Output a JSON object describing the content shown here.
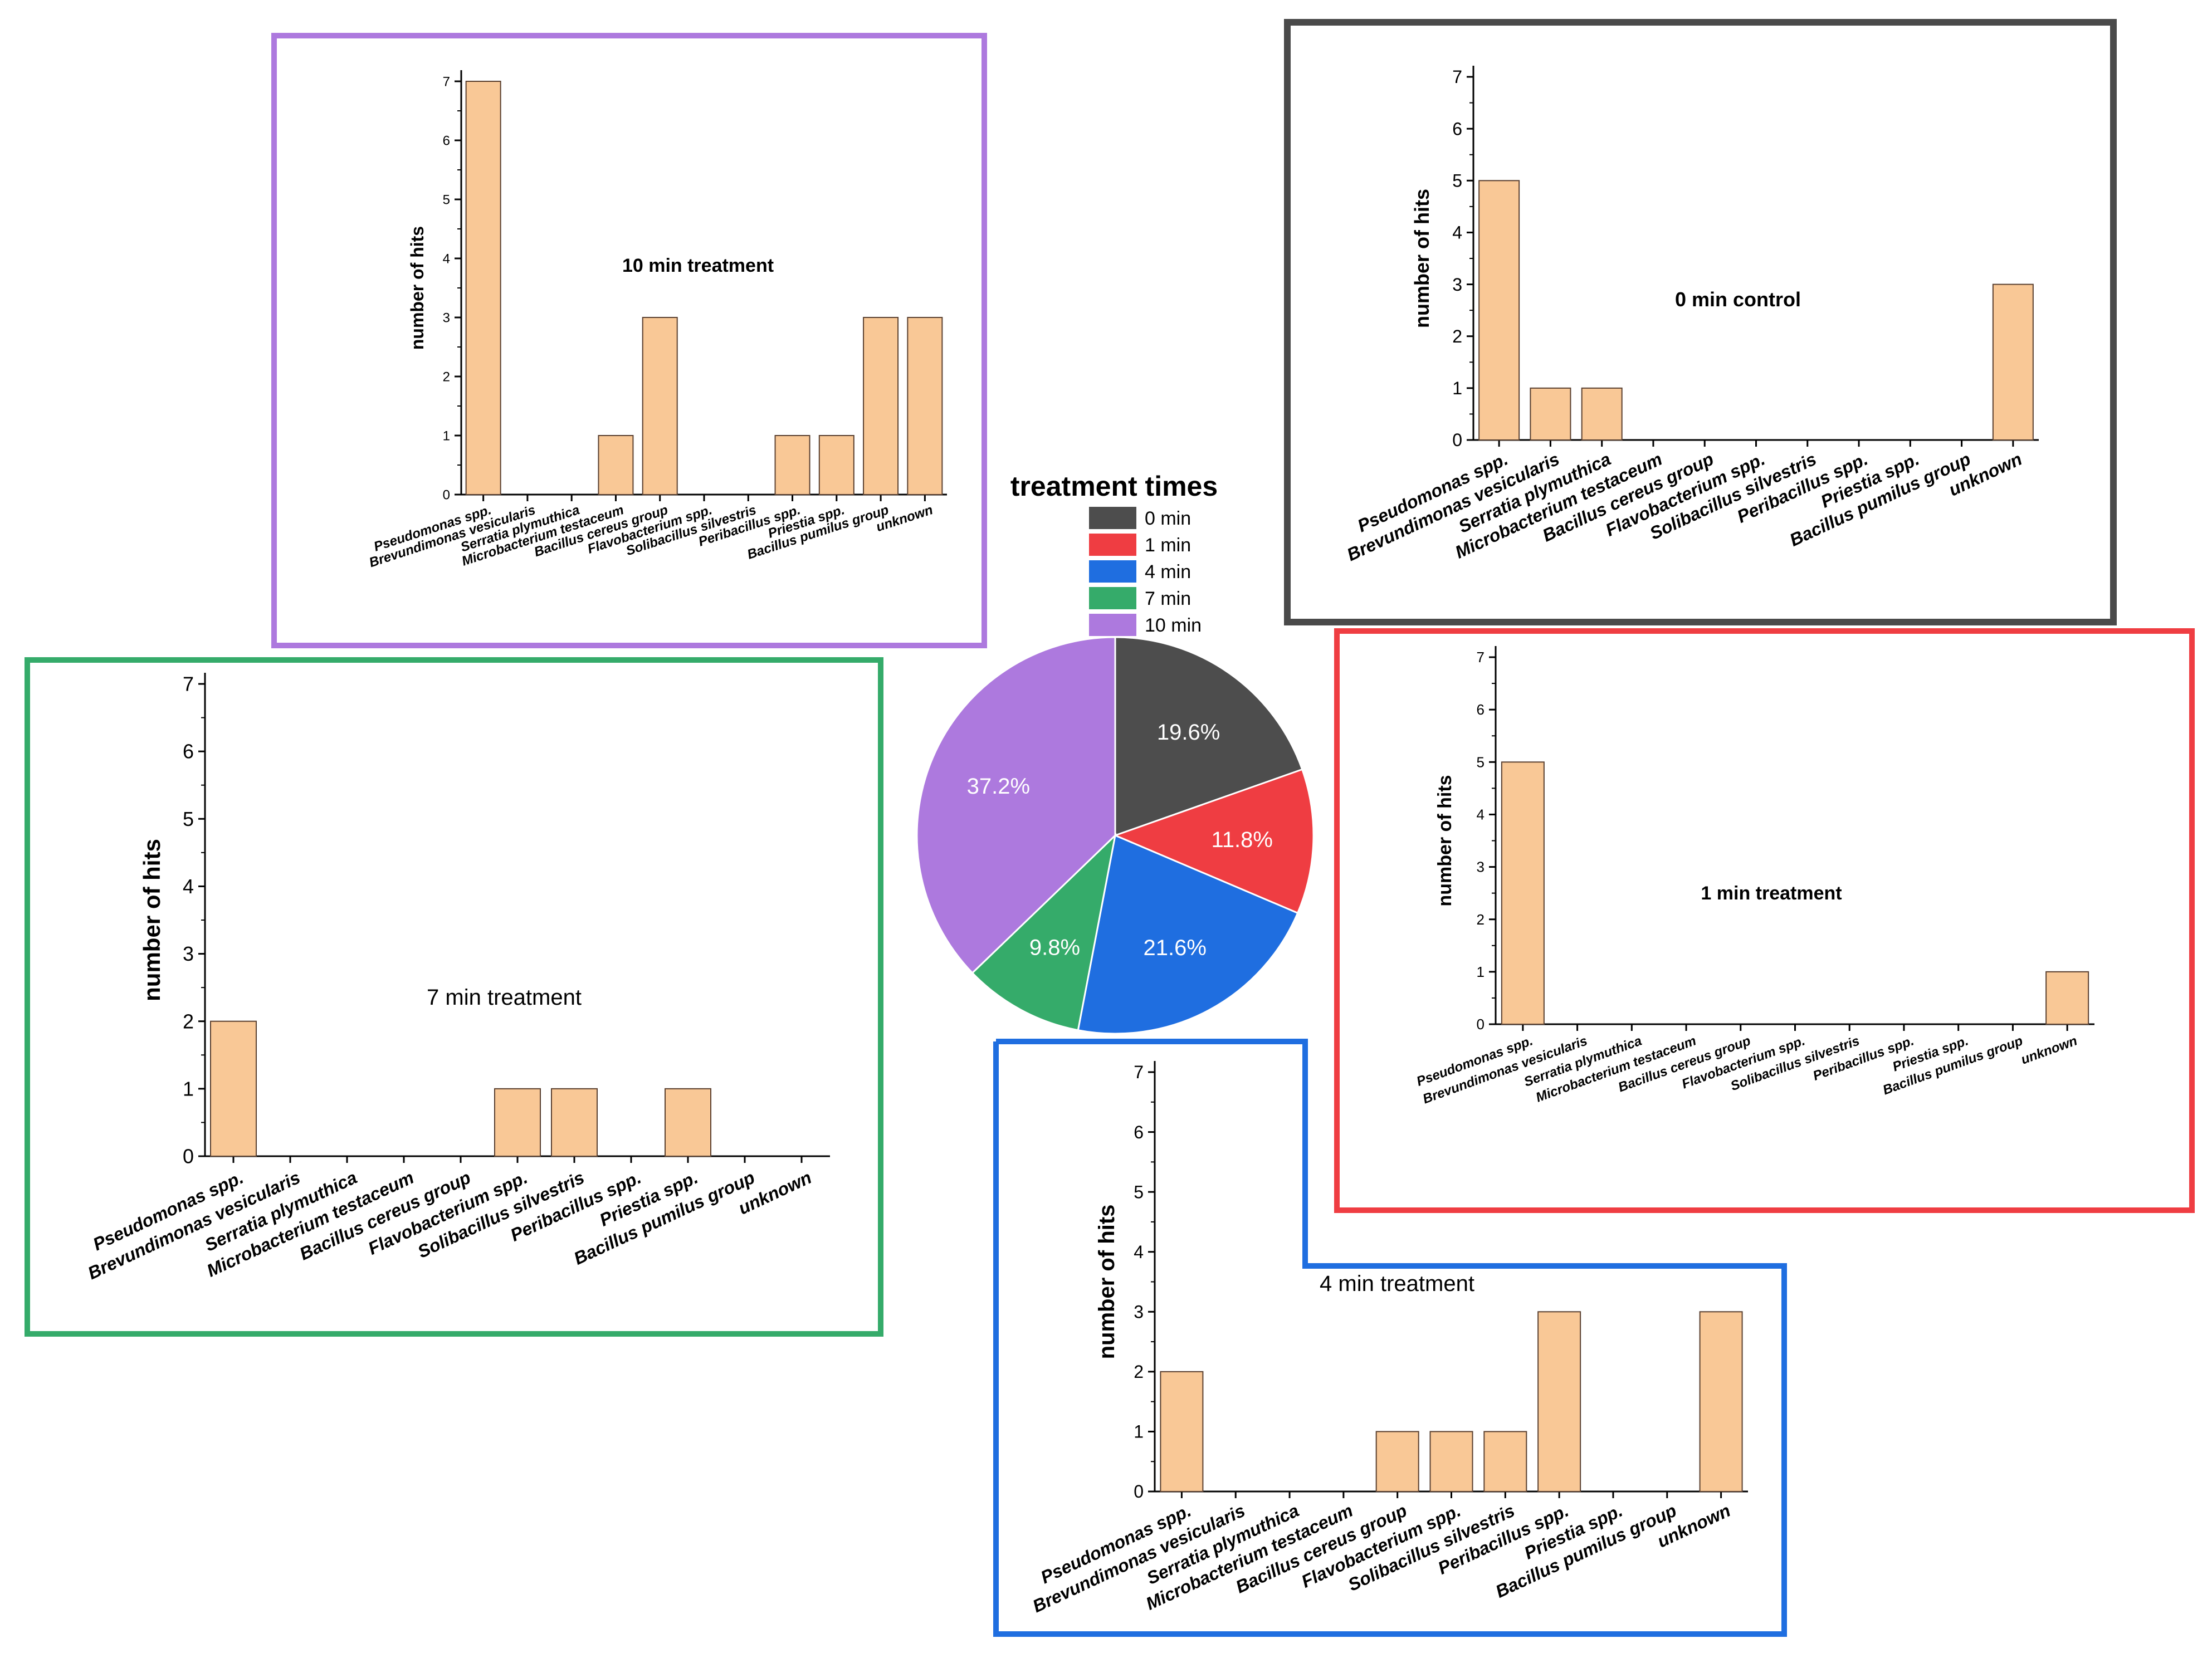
{
  "colors": {
    "bar_fill": "#F9C896",
    "bar_stroke": "#5a4030",
    "axis": "#000000"
  },
  "pie": {
    "legend_title": "treatment times",
    "slices": [
      {
        "label": "0 min",
        "percent": 19.6,
        "percent_label": "19.6%",
        "color": "#4d4d4d"
      },
      {
        "label": "1 min",
        "percent": 11.8,
        "percent_label": "11.8%",
        "color": "#ef3d42"
      },
      {
        "label": "4 min",
        "percent": 21.6,
        "percent_label": "21.6%",
        "color": "#1f6ee0"
      },
      {
        "label": "7 min",
        "percent": 9.8,
        "percent_label": "9.8%",
        "color": "#35ab6a"
      },
      {
        "label": "10 min",
        "percent": 37.2,
        "percent_label": "37.2%",
        "color": "#ad79de"
      }
    ]
  },
  "chart_data": [
    {
      "type": "pie",
      "title": "treatment times",
      "categories": [
        "0 min",
        "1 min",
        "4 min",
        "7 min",
        "10 min"
      ],
      "values": [
        19.6,
        11.8,
        21.6,
        9.8,
        37.2
      ]
    },
    {
      "type": "bar",
      "title": "10 min treatment",
      "frame_color": "#ad79de",
      "ylabel": "number of hits",
      "ylim": [
        0,
        7
      ],
      "yticks": [
        0,
        1,
        2,
        3,
        4,
        5,
        6,
        7
      ],
      "categories": [
        "Pseudomonas spp.",
        "Brevundimonas vesicularis",
        "Serratia plymuthica",
        "Microbacterium testaceum",
        "Bacillus cereus group",
        "Flavobacterium spp.",
        "Solibacillus silvestris",
        "Peribacillus spp.",
        "Priestia spp.",
        "Bacillus pumilus group",
        "unknown"
      ],
      "values": [
        7,
        0,
        0,
        1,
        3,
        0,
        0,
        1,
        1,
        3,
        3
      ]
    },
    {
      "type": "bar",
      "title": "0 min control",
      "frame_color": "#4a4a4a",
      "ylabel": "number of hits",
      "ylim": [
        0,
        7
      ],
      "yticks": [
        0,
        1,
        2,
        3,
        4,
        5,
        6,
        7
      ],
      "categories": [
        "Pseudomonas spp.",
        "Brevundimonas vesicularis",
        "Serratia plymuthica",
        "Microbacterium testaceum",
        "Bacillus cereus group",
        "Flavobacterium spp.",
        "Solibacillus silvestris",
        "Peribacillus spp.",
        "Priestia spp.",
        "Bacillus pumilus group",
        "unknown"
      ],
      "values": [
        5,
        1,
        1,
        0,
        0,
        0,
        0,
        0,
        0,
        0,
        3
      ]
    },
    {
      "type": "bar",
      "title": "7 min treatment",
      "frame_color": "#35ab6a",
      "ylabel": "number of hits",
      "ylim": [
        0,
        7
      ],
      "yticks": [
        0,
        1,
        2,
        3,
        4,
        5,
        6,
        7
      ],
      "categories": [
        "Pseudomonas spp.",
        "Brevundimonas vesicularis",
        "Serratia plymuthica",
        "Microbacterium testaceum",
        "Bacillus cereus group",
        "Flavobacterium spp.",
        "Solibacillus silvestris",
        "Peribacillus spp.",
        "Priestia spp.",
        "Bacillus pumilus group",
        "unknown"
      ],
      "values": [
        2,
        0,
        0,
        0,
        0,
        1,
        1,
        0,
        1,
        0,
        0
      ]
    },
    {
      "type": "bar",
      "title": "1 min treatment",
      "frame_color": "#ef3d42",
      "ylabel": "number of hits",
      "ylim": [
        0,
        7
      ],
      "yticks": [
        0,
        1,
        2,
        3,
        4,
        5,
        6,
        7
      ],
      "categories": [
        "Pseudomonas spp.",
        "Brevundimonas vesicularis",
        "Serratia plymuthica",
        "Microbacterium testaceum",
        "Bacillus cereus group",
        "Flavobacterium spp.",
        "Solibacillus silvestris",
        "Peribacillus spp.",
        "Priestia spp.",
        "Bacillus pumilus group",
        "unknown"
      ],
      "values": [
        5,
        0,
        0,
        0,
        0,
        0,
        0,
        0,
        0,
        0,
        1
      ]
    },
    {
      "type": "bar",
      "title": "4 min treatment",
      "frame_color": "#1f6ee0",
      "ylabel": "number of hits",
      "ylim": [
        0,
        7
      ],
      "yticks": [
        0,
        1,
        2,
        3,
        4,
        5,
        6,
        7
      ],
      "categories": [
        "Pseudomonas spp.",
        "Brevundimonas vesicularis",
        "Serratia plymuthica",
        "Microbacterium testaceum",
        "Bacillus cereus group",
        "Flavobacterium spp.",
        "Solibacillus silvestris",
        "Peribacillus spp.",
        "Priestia spp.",
        "Bacillus pumilus group",
        "unknown"
      ],
      "values": [
        2,
        0,
        0,
        0,
        1,
        1,
        1,
        3,
        0,
        0,
        3
      ]
    }
  ]
}
